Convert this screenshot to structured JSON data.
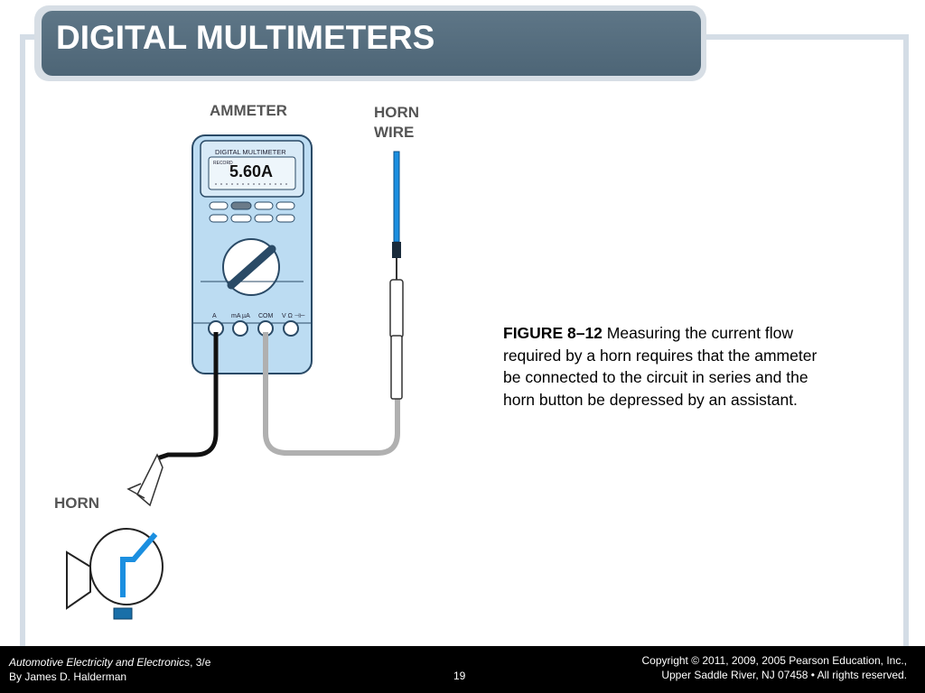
{
  "slide": {
    "title": "DIGITAL MULTIMETERS"
  },
  "figure": {
    "label_ammeter": "AMMETER",
    "label_horn_wire_1": "HORN",
    "label_horn_wire_2": "WIRE",
    "label_horn": "HORN",
    "meter_brand": "DIGITAL MULTIMETER",
    "meter_reading": "5.60A",
    "meter_recording": "RECORD",
    "jack_a": "A",
    "jack_ma": "mA µA",
    "jack_com": "COM",
    "jack_v": "V Ω ⊣⊢"
  },
  "caption": {
    "label": "FIGURE 8–12",
    "text": " Measuring the current flow required by a horn requires that the ammeter be connected to the circuit in series and the horn button be depressed by an assistant."
  },
  "footer": {
    "book_title": "Automotive Electricity and Electronics",
    "edition": ", 3/e",
    "author": "By James D. Halderman",
    "page": "19",
    "copyright_line1": "Copyright © 2011, 2009, 2005 Pearson Education, Inc.,",
    "copyright_line2": "Upper Saddle River, NJ 07458 • All rights reserved."
  }
}
